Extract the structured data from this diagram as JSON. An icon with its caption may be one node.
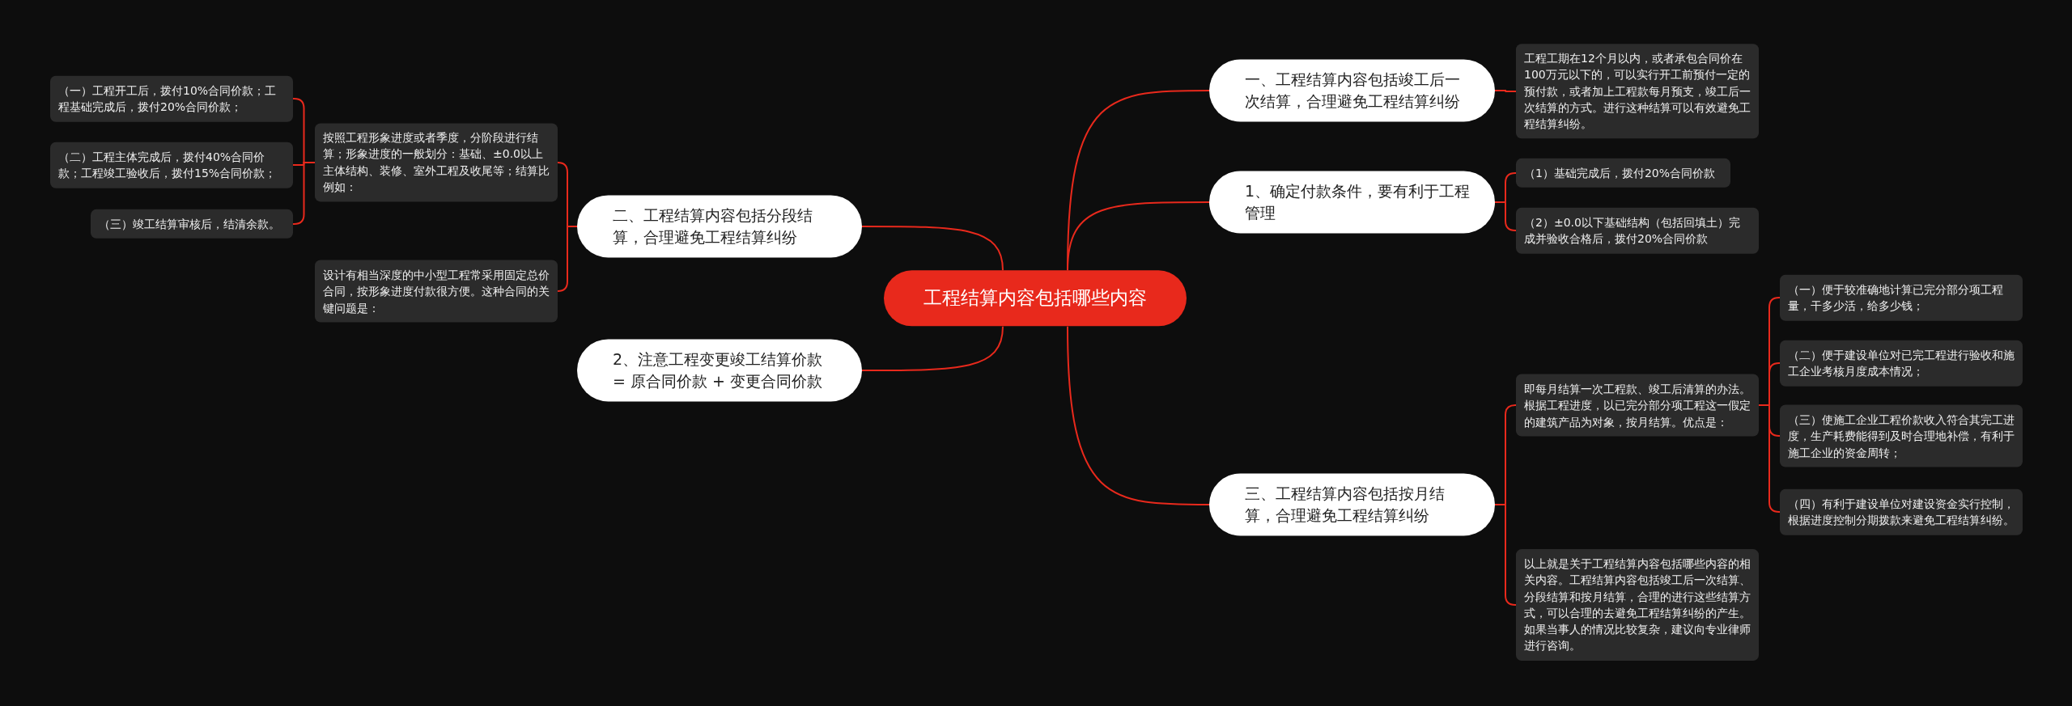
{
  "diagram": {
    "nodes": [
      {
        "text": [
          "工程结算内容包括哪些内容"
        ]
      },
      {
        "text": [
          "一、工程结算内容包括竣工后一次结算，合理避免工程结算纠纷"
        ]
      },
      {
        "text": [
          "工程工期在12个月以内，或者承包合同价在100万元以下的，可以实行开工前预付一定的预付款，或者加上工程款每月预支，竣工后一次结算的方式。进行这种结算可以有效避免工程结算纠纷。"
        ]
      },
      {
        "text": [
          "1、确定付款条件，要有利于工程管理"
        ]
      },
      {
        "text": [
          "（1）基础完成后，拨付20%合同价款"
        ]
      },
      {
        "text": [
          "（2）±0.0以下基础结构（包括回填土）完成并验收合格后，拨付20%合同价款"
        ]
      },
      {
        "text": [
          "三、工程结算内容包括按月结算，合理避免工程结算纠纷"
        ]
      },
      {
        "text": [
          "即每月结算一次工程款、竣工后清算的办法。根据工程进度，以已完分部分项工程这一假定的建筑产品为对象，按月结算。优点是："
        ]
      },
      {
        "text": [
          "（一）便于较准确地计算已完分部分项工程量，干多少活，给多少钱；"
        ]
      },
      {
        "text": [
          "（二）便于建设单位对已完工程进行验收和施工企业考核月度成本情况；"
        ]
      },
      {
        "text": [
          "（三）使施工企业工程价款收入符合其完工进度，生产耗费能得到及时合理地补偿，有利于施工企业的资金周转；"
        ]
      },
      {
        "text": [
          "（四）有利于建设单位对建设资金实行控制，根据进度控制分期拨款来避免工程结算纠纷。"
        ]
      },
      {
        "text": [
          "以上就是关于工程结算内容包括哪些内容的相关内容。工程结算内容包括竣工后一次结算、分段结算和按月结算，合理的进行这些结算方式，可以合理的去避免工程结算纠纷的产生。如果当事人的情况比较复杂，建议向专业律师进行咨询。"
        ]
      },
      {
        "text": [
          "二、工程结算内容包括分段结算，合理避免工程结算纠纷"
        ]
      },
      {
        "text": [
          "按照工程形象进度或者季度，分阶段进行结算；形象进度的一般划分：基础、±0.0以上主体结构、装修、室外工程及收尾等；结算比例如："
        ]
      },
      {
        "text": [
          "（一）工程开工后，拨付10%合同价款；工程基础完成后，拨付20%合同价款；"
        ]
      },
      {
        "text": [
          "（二）工程主体完成后，拨付40%合同价款；工程竣工验收后，拨付15%合同价款；"
        ]
      },
      {
        "text": [
          "（三）竣工结算审核后，结清余款。"
        ]
      },
      {
        "text": [
          "设计有相当深度的中小型工程常采用固定总价合同，按形象进度付款很方便。这种合同的关键问题是："
        ]
      },
      {
        "text": [
          "2、注意工程变更竣工结算价款 = 原合同价款 + 变更合同价款"
        ]
      }
    ],
    "edges": [
      {
        "from": 0,
        "to": 1,
        "arrow": "none"
      },
      {
        "from": 1,
        "to": 2,
        "arrow": "none"
      },
      {
        "from": 0,
        "to": 3,
        "arrow": "none"
      },
      {
        "from": 3,
        "to": 4,
        "arrow": "none"
      },
      {
        "from": 3,
        "to": 5,
        "arrow": "none"
      },
      {
        "from": 0,
        "to": 6,
        "arrow": "none"
      },
      {
        "from": 6,
        "to": 7,
        "arrow": "none"
      },
      {
        "from": 7,
        "to": 8,
        "arrow": "none"
      },
      {
        "from": 7,
        "to": 9,
        "arrow": "none"
      },
      {
        "from": 7,
        "to": 10,
        "arrow": "none"
      },
      {
        "from": 7,
        "to": 11,
        "arrow": "none"
      },
      {
        "from": 6,
        "to": 12,
        "arrow": "none"
      },
      {
        "from": 0,
        "to": 13,
        "arrow": "none"
      },
      {
        "from": 13,
        "to": 14,
        "arrow": "none"
      },
      {
        "from": 14,
        "to": 15,
        "arrow": "none"
      },
      {
        "from": 14,
        "to": 16,
        "arrow": "none"
      },
      {
        "from": 14,
        "to": 17,
        "arrow": "none"
      },
      {
        "from": 13,
        "to": 18,
        "arrow": "none"
      },
      {
        "from": 0,
        "to": 19,
        "arrow": "none"
      }
    ]
  }
}
